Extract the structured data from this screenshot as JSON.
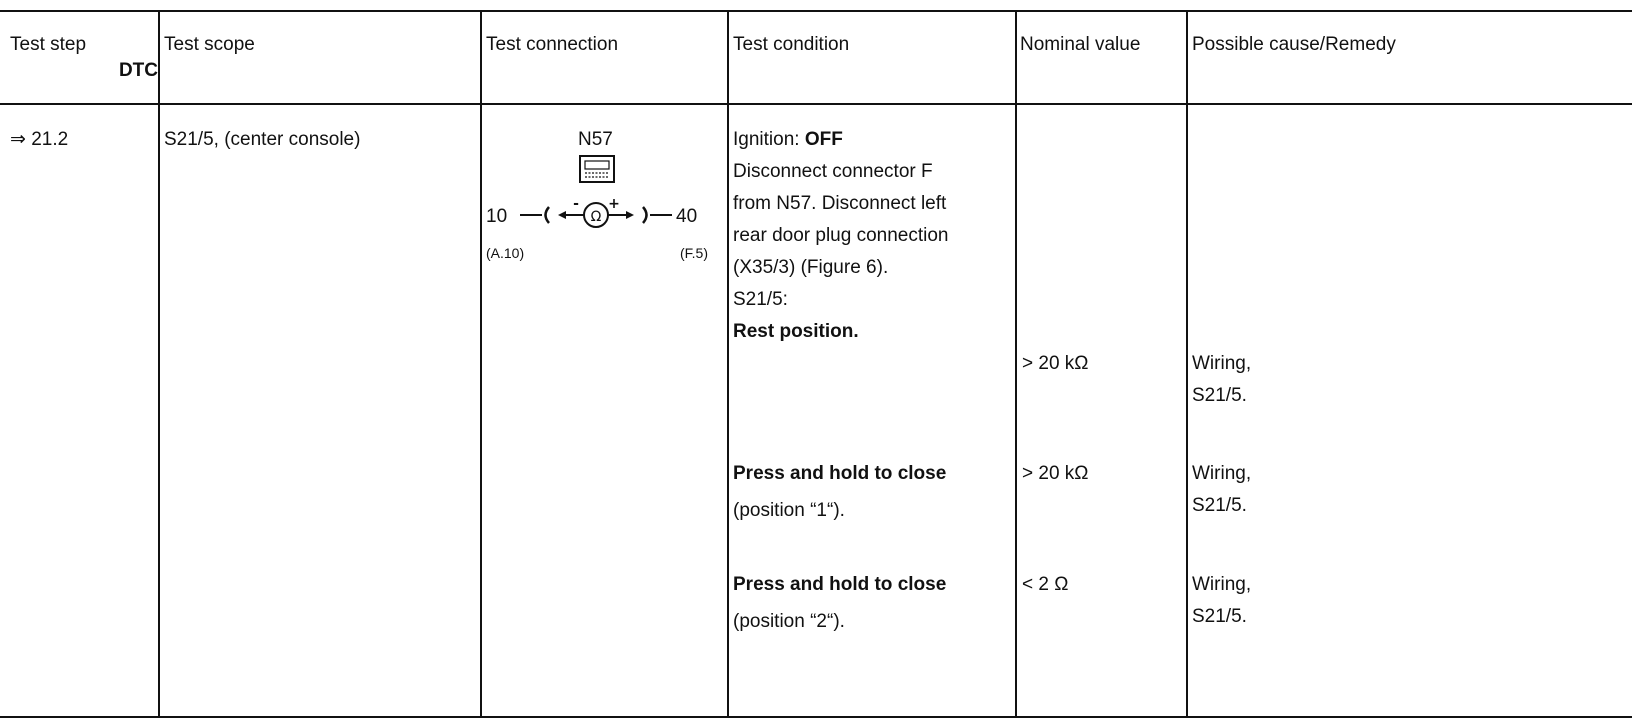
{
  "header": {
    "test_step": "Test step",
    "dtc": "DTC",
    "test_scope": "Test scope",
    "test_connection": "Test connection",
    "test_condition": "Test condition",
    "nominal_value": "Nominal value",
    "remedy": "Possible cause/Remedy"
  },
  "row": {
    "test_step": "⇒ 21.2",
    "test_scope": "S21/5, (center console)",
    "connection": {
      "module": "N57",
      "left_pin": "10",
      "right_pin": "40",
      "left_ref": "(A.10)",
      "right_ref": "(F.5)",
      "meter_symbol": "Ω",
      "minus": "-",
      "plus": "+"
    },
    "condition": {
      "ignition_label": "Ignition: ",
      "ignition_value": "OFF",
      "line2": "Disconnect connector F",
      "line3": "from N57.  Disconnect left",
      "line4": "rear door plug connection",
      "line5": "(X35/3) (Figure 6).",
      "line6": "S21/5:",
      "cond1": "Rest position.",
      "cond2_bold": "Press and hold to close",
      "cond2_sub": "(position “1“).",
      "cond3_bold": "Press and hold to close",
      "cond3_sub": "(position “2“)."
    },
    "nominal": {
      "v1": "> 20 kΩ",
      "v2": "> 20 kΩ",
      "v3": "< 2 Ω"
    },
    "remedy": {
      "r1a": "Wiring,",
      "r1b": "S21/5.",
      "r2a": "Wiring,",
      "r2b": "S21/5.",
      "r3a": "Wiring,",
      "r3b": "S21/5."
    }
  }
}
